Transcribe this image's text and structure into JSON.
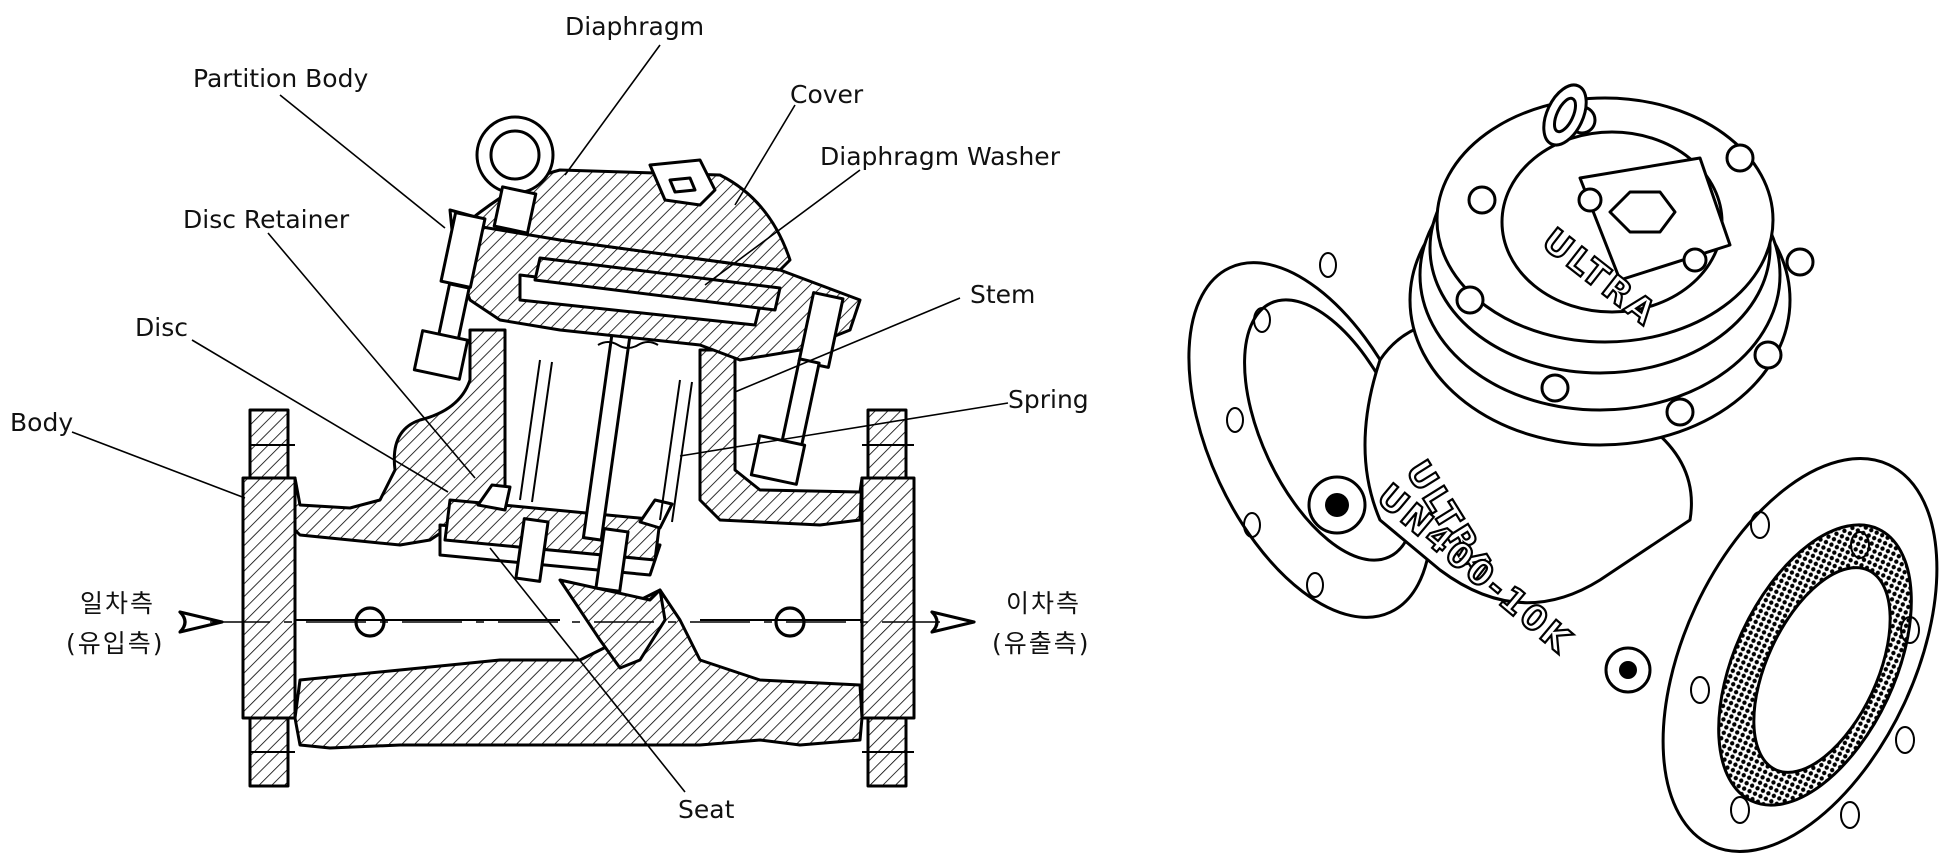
{
  "labels": {
    "diaphragm": "Diaphragm",
    "partition_body": "Partition Body",
    "cover": "Cover",
    "diaphragm_washer": "Diaphragm Washer",
    "disc_retainer": "Disc Retainer",
    "stem": "Stem",
    "disc": "Disc",
    "spring": "Spring",
    "body": "Body",
    "seat": "Seat"
  },
  "flow": {
    "inlet_line1": "일차측",
    "inlet_line2": "(유입측)",
    "outlet_line1": "이차측",
    "outlet_line2": "(유출측)"
  },
  "product": {
    "brand_top": "ULTRA",
    "brand_body": "ULTRA",
    "model_marking": "UN400-10K"
  }
}
